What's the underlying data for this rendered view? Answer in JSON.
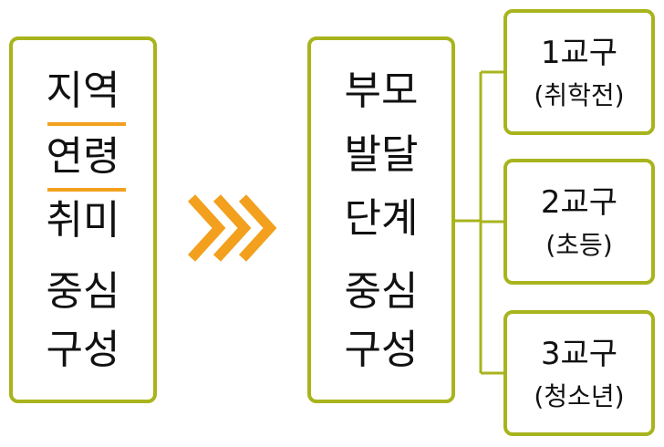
{
  "left": {
    "line1": "지역",
    "line2": "연령",
    "line3": "취미",
    "line4": "중심",
    "line5": "구성"
  },
  "arrow_icon": "triple-chevron-right-icon",
  "middle": {
    "line1": "부모",
    "line2": "발달",
    "line3": "단계",
    "line4": "중심",
    "line5": "구성"
  },
  "groups": [
    {
      "title": "1교구",
      "caption": "(취학전)"
    },
    {
      "title": "2교구",
      "caption": "(초등)"
    },
    {
      "title": "3교구",
      "caption": "(청소년)"
    }
  ],
  "colors": {
    "border": "#a8b41c",
    "accent": "#f2a01e",
    "text": "#111111"
  }
}
